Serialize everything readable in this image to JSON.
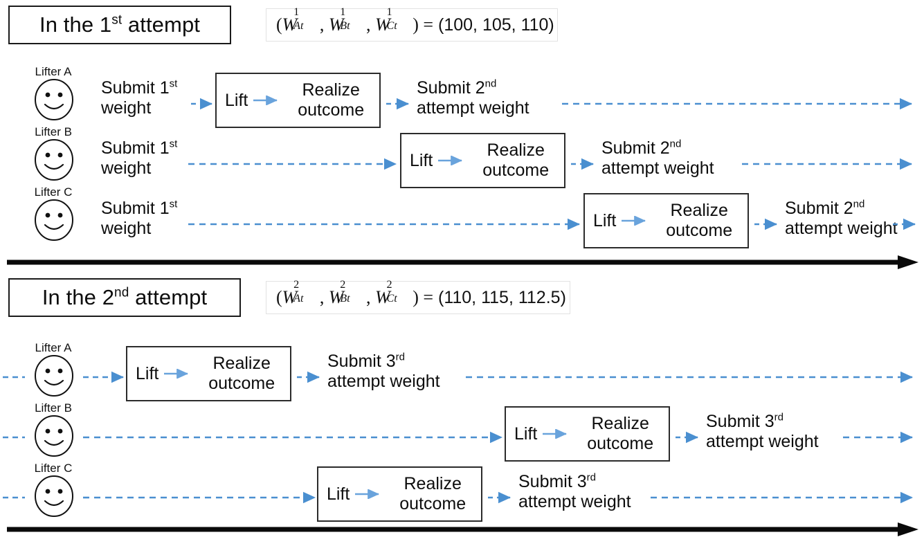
{
  "meta": {
    "diagram_title": "Weightlifting attempt sequencing timeline",
    "accent_blue": "#4a8fd0",
    "ink": "#0d0d0d",
    "box_border": "#2b2b2b"
  },
  "sections": [
    {
      "id": "attempt-1",
      "header": {
        "title_prefix": "In the ",
        "title_ordinal_num": "1",
        "title_ordinal_sup": "st",
        "title_suffix": " attempt",
        "title_plain": "In the 1st attempt"
      },
      "formula": {
        "superscript": "1",
        "vars": [
          "W",
          "W",
          "W"
        ],
        "subscripts": [
          "At",
          "Bt",
          "Ct"
        ],
        "equals": "=",
        "values": [
          "100",
          "105",
          "110"
        ],
        "plain": "(W¹At, W¹Bt, W¹Ct) = (100, 105, 110)"
      },
      "rows": [
        {
          "lifter_label": "Lifter A",
          "submit_first_line": "Submit 1",
          "submit_first_sup": "st",
          "submit_first_rest": "",
          "submit_second_line": "weight",
          "lift_label": "Lift",
          "realize_line1": "Realize",
          "realize_line2": "outcome",
          "next_first_line": "Submit 2",
          "next_first_sup": "nd",
          "next_second_line": "attempt weight"
        },
        {
          "lifter_label": "Lifter B",
          "submit_first_line": "Submit 1",
          "submit_first_sup": "st",
          "submit_first_rest": "",
          "submit_second_line": "weight",
          "lift_label": "Lift",
          "realize_line1": "Realize",
          "realize_line2": "outcome",
          "next_first_line": "Submit 2",
          "next_first_sup": "nd",
          "next_second_line": "attempt weight"
        },
        {
          "lifter_label": "Lifter C",
          "submit_first_line": "Submit 1",
          "submit_first_sup": "st",
          "submit_first_rest": "",
          "submit_second_line": "weight",
          "lift_label": "Lift",
          "realize_line1": "Realize",
          "realize_line2": "outcome",
          "next_first_line": "Submit 2",
          "next_first_sup": "nd",
          "next_second_line": "attempt weight"
        }
      ]
    },
    {
      "id": "attempt-2",
      "header": {
        "title_prefix": "In the ",
        "title_ordinal_num": "2",
        "title_ordinal_sup": "nd",
        "title_suffix": " attempt",
        "title_plain": "In the 2nd attempt"
      },
      "formula": {
        "superscript": "2",
        "vars": [
          "W",
          "W",
          "W"
        ],
        "subscripts": [
          "At",
          "Bt",
          "Ct"
        ],
        "equals": "=",
        "values": [
          "110",
          "115",
          "112.5"
        ],
        "plain": "(W²At, W²Bt, W²Ct) = (110, 115, 112.5)"
      },
      "rows": [
        {
          "lifter_label": "Lifter A",
          "lift_label": "Lift",
          "realize_line1": "Realize",
          "realize_line2": "outcome",
          "next_first_line": "Submit 3",
          "next_first_sup": "rd",
          "next_second_line": "attempt weight"
        },
        {
          "lifter_label": "Lifter B",
          "lift_label": "Lift",
          "realize_line1": "Realize",
          "realize_line2": "outcome",
          "next_first_line": "Submit 3",
          "next_first_sup": "rd",
          "next_second_line": "attempt weight"
        },
        {
          "lifter_label": "Lifter C",
          "lift_label": "Lift",
          "realize_line1": "Realize",
          "realize_line2": "outcome",
          "next_first_line": "Submit 3",
          "next_first_sup": "rd",
          "next_second_line": "attempt weight"
        }
      ]
    }
  ],
  "icons": {
    "face": "smiley-face-icon",
    "timeline": "time-axis-arrow-icon",
    "dashed_arrow": "dashed-arrow-icon",
    "solid_arrow": "solid-arrow-icon"
  }
}
